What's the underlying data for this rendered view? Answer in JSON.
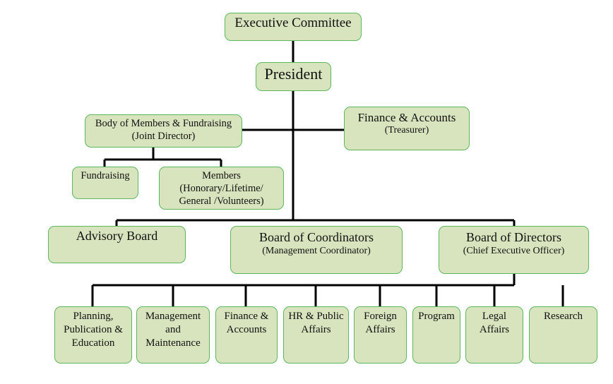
{
  "top": {
    "executive": "Executive Committee",
    "president": "President"
  },
  "body_members": {
    "title": "Body of Members & Fundraising",
    "subtitle": "(Joint Director)"
  },
  "finance_top": {
    "title": "Finance & Accounts",
    "subtitle": "(Treasurer)"
  },
  "fundraising": "Fundraising",
  "members": {
    "line1": "Members",
    "line2": "(Honorary/Lifetime/",
    "line3": "General /Volunteers)"
  },
  "advisory": "Advisory Board",
  "coordinators": {
    "title": "Board of Coordinators",
    "subtitle": "(Management Coordinator)"
  },
  "directors": {
    "title": "Board of Directors",
    "subtitle": "(Chief Executive Officer)"
  },
  "departments": [
    [
      "Planning,",
      "Publication &",
      "Education"
    ],
    [
      "Management",
      "and",
      "Maintenance"
    ],
    [
      "Finance &",
      "Accounts"
    ],
    [
      "HR & Public",
      "Affairs"
    ],
    [
      "Foreign",
      "Affairs"
    ],
    [
      "Program"
    ],
    [
      "Legal",
      "Affairs"
    ],
    [
      "Research"
    ]
  ],
  "colors": {
    "fill": "#d7e4bd",
    "border": "#5cb85c",
    "line": "#000000"
  }
}
